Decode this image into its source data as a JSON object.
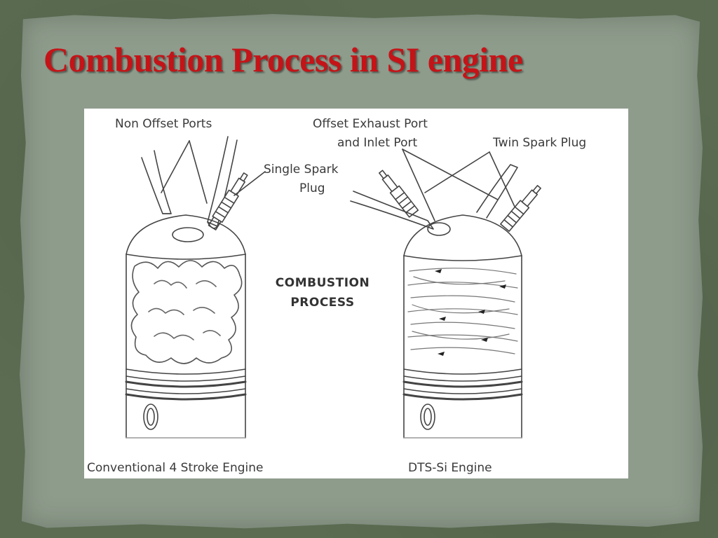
{
  "slide": {
    "title": "Combustion Process in SI engine"
  },
  "diagram": {
    "labels": {
      "non_offset_ports": "Non Offset Ports",
      "single_spark_plug_line1": "Single Spark",
      "single_spark_plug_line2": "Plug",
      "offset_ports_line1": "Offset Exhaust Port",
      "offset_ports_line2": "and Inlet Port",
      "twin_spark_plug": "Twin Spark Plug",
      "center_line1": "COMBUSTION",
      "center_line2": "PROCESS",
      "left_caption": "Conventional 4 Stroke Engine",
      "right_caption": "DTS-Si Engine"
    }
  }
}
